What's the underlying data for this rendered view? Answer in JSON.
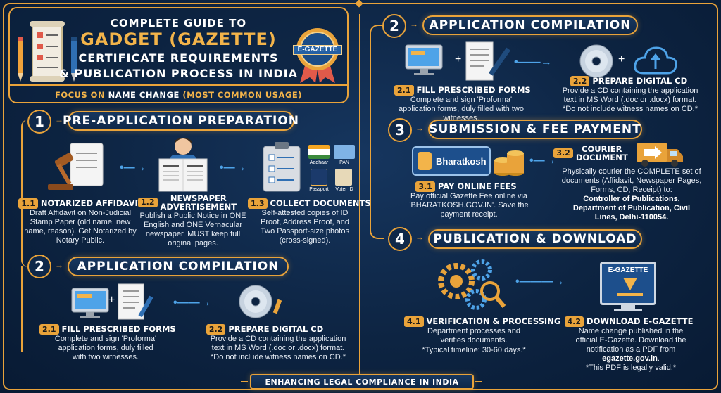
{
  "header": {
    "line1": "Complete Guide to",
    "line2": "Gadget (Gazette)",
    "line3": "Certificate Requirements",
    "line4": "& Publication Process in India",
    "badge": "E-GAZETTE",
    "focus_prefix": "Focus on ",
    "focus_highlight": "Name Change",
    "focus_suffix": " (Most Common Usage)"
  },
  "left": {
    "section1": {
      "number": "1",
      "title": "Pre-Application Preparation",
      "steps": [
        {
          "badge": "1.1",
          "title": "Notarized Affidavit",
          "text": "Draft Affidavit on Non-Judicial Stamp Paper (old name, new name, reason). Get Notarized by Notary Public."
        },
        {
          "badge": "1.2",
          "title_a": "Newspaper",
          "title_b": "Advertisement",
          "text": "Publish a Public Notice in ONE English and ONE Vernacular newspaper. MUST keep full original pages."
        },
        {
          "badge": "1.3",
          "title": "Collect Documents",
          "text": "Self-attested copies of ID Proof, Address Proof, and Two Passport-size photos (cross-signed)."
        }
      ],
      "id_labels": [
        "Aadhaar",
        "PAN",
        "Passport",
        "Voter ID"
      ]
    },
    "section2": {
      "number": "2",
      "title": "Application Compilation",
      "steps": [
        {
          "badge": "2.1",
          "title": "Fill Prescribed Forms",
          "text": "Complete and sign 'Proforma' application forms, duly filled with two witnesses."
        },
        {
          "badge": "2.2",
          "title": "Prepare Digital CD",
          "text": "Provide a CD containing the application text in MS Word (.doc or .docx) format. *Do not include witness names on CD.*"
        }
      ]
    }
  },
  "right": {
    "section2": {
      "number": "2",
      "title": "Application Compilation",
      "steps": [
        {
          "badge": "2.1",
          "title": "Fill Prescribed Forms",
          "text": "Complete and sign 'Proforma' application forms, duly filled with two witnesses."
        },
        {
          "badge": "2.2",
          "title": "Prepare Digital CD",
          "text": "Provide a CD containing the application text in MS Word (.doc or .docx) format. *Do not include witness names on CD.*"
        }
      ]
    },
    "section3": {
      "number": "3",
      "title": "Submission & Fee Payment",
      "bharatkosh": "Bharatkosh",
      "steps": [
        {
          "badge": "3.1",
          "title": "Pay Online Fees",
          "text": "Pay official Gazette Fee online via 'BHARATKOSH.GOV.IN'. Save the payment receipt."
        },
        {
          "badge": "3.2",
          "title_a": "Courier",
          "title_b": "Document",
          "text": "Physically courier the COMPLETE set of documents (Affidavit, Newspaper Pages, Forms, CD, Receipt) to:",
          "address": "Controller of Publications, Department of Publication, Civil Lines, Delhi-110054."
        }
      ]
    },
    "section4": {
      "number": "4",
      "title": "Publication & Download",
      "screen_label": "E-GAZETTE",
      "steps": [
        {
          "badge": "4.1",
          "title": "Verification & Processing",
          "text": "Department processes and verifies documents.",
          "note": "*Typical timeline: 30-60 days.*"
        },
        {
          "badge": "4.2",
          "title": "Download E-Gazette",
          "text": "Name change published in the official E-Gazette. Download the notification as a PDF from",
          "link": "egazette.gov.in",
          "note": "*This PDF is legally valid.*"
        }
      ]
    }
  },
  "footer": "Enhancing Legal Compliance in India",
  "colors": {
    "accent": "#e9a33a",
    "background": "#0d2442",
    "flow_arrow": "#4ea3e8",
    "highlight": "#f3b44a"
  }
}
